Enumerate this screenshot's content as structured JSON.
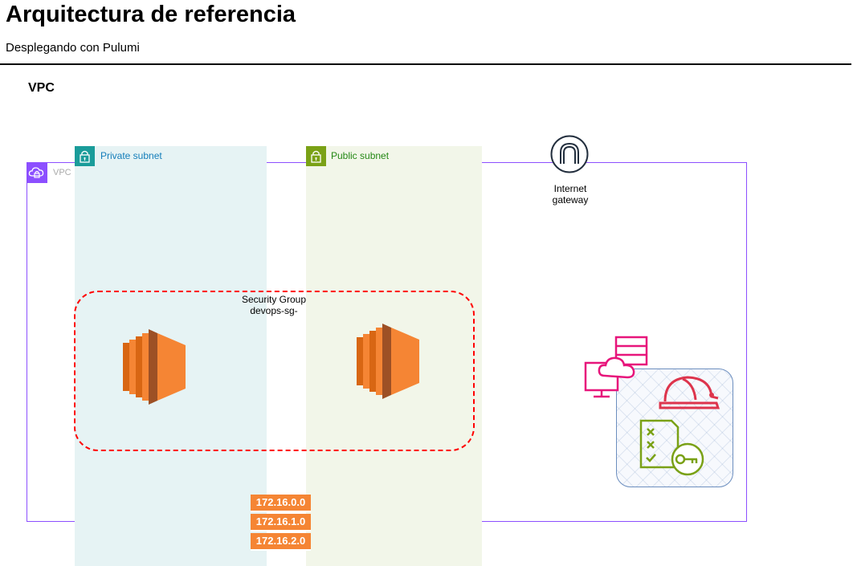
{
  "header": {
    "title": "Arquitectura de referencia",
    "subtitle": "Desplegando con Pulumi"
  },
  "diagram": {
    "section_label": "VPC",
    "vpc": {
      "label": "VPC",
      "color": "#8c4fff"
    },
    "subnets": [
      {
        "label": "Private subnet",
        "color": "#147eba",
        "fill": "#e6f3f4"
      },
      {
        "label": "Public subnet",
        "color": "#248814",
        "fill": "#f2f6e9"
      }
    ],
    "security_group": {
      "line1": "Security Group",
      "line2": "devops-sg-",
      "color": "#ff0000"
    },
    "internet_gateway": {
      "line1": "Internet",
      "line2": "gateway"
    },
    "cidr_blocks": [
      "172.16.0.0",
      "172.16.1.0",
      "172.16.2.0"
    ],
    "instances": [
      {
        "icon": "ec2-instance-icon",
        "subnet": "Private subnet"
      },
      {
        "icon": "ec2-instance-icon",
        "subnet": "Public subnet"
      }
    ],
    "icons": [
      "vpc-cloud-lock-icon",
      "lock-icon",
      "internet-gateway-icon",
      "client-server-icon",
      "hard-hat-icon",
      "checklist-key-icon"
    ]
  }
}
